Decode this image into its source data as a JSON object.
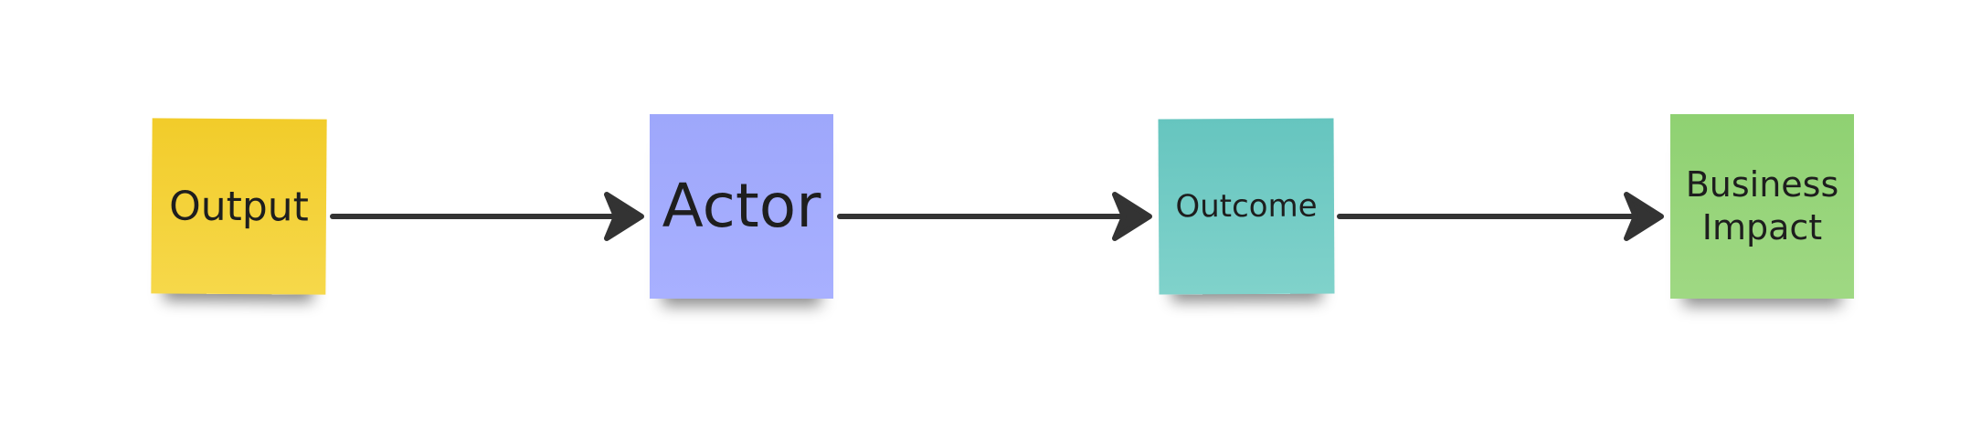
{
  "diagram": {
    "nodes": [
      {
        "id": "output",
        "label": "Output",
        "color": "#f2cc2a"
      },
      {
        "id": "actor",
        "label": "Actor",
        "color": "#a1a9fc"
      },
      {
        "id": "outcome",
        "label": "Outcome",
        "color": "#6ecac3"
      },
      {
        "id": "business-impact",
        "label": "Business\nImpact",
        "color": "#93d376"
      }
    ],
    "edges": [
      {
        "from": "output",
        "to": "actor"
      },
      {
        "from": "actor",
        "to": "outcome"
      },
      {
        "from": "outcome",
        "to": "business-impact"
      }
    ],
    "connector_color": "#333333"
  }
}
